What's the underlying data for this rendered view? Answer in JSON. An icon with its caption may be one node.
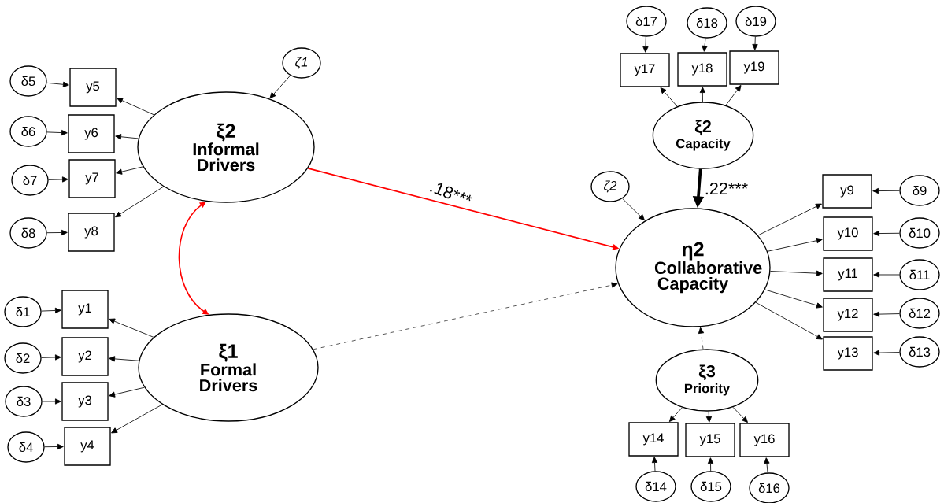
{
  "diagram": {
    "nodes": [
      {
        "text": [
          "ζ1"
        ]
      },
      {
        "text": [
          "ξ2",
          "Informal Drivers"
        ]
      },
      {
        "text": [
          "ξ1",
          "Formal Drivers"
        ]
      },
      {
        "text": [
          "η2",
          "Collaborative Capacity"
        ]
      },
      {
        "text": [
          "ξ2",
          "Capacity"
        ]
      },
      {
        "text": [
          "ξ3",
          "Priority"
        ]
      },
      {
        "text": [
          "ζ2"
        ]
      },
      {
        "text": [
          "y1"
        ]
      },
      {
        "text": [
          "y2"
        ]
      },
      {
        "text": [
          "y3"
        ]
      },
      {
        "text": [
          "y4"
        ]
      },
      {
        "text": [
          "y5"
        ]
      },
      {
        "text": [
          "y6"
        ]
      },
      {
        "text": [
          "y7"
        ]
      },
      {
        "text": [
          "y8"
        ]
      },
      {
        "text": [
          "y9"
        ]
      },
      {
        "text": [
          "y10"
        ]
      },
      {
        "text": [
          "y11"
        ]
      },
      {
        "text": [
          "y12"
        ]
      },
      {
        "text": [
          "y13"
        ]
      },
      {
        "text": [
          "y14"
        ]
      },
      {
        "text": [
          "y15"
        ]
      },
      {
        "text": [
          "y16"
        ]
      },
      {
        "text": [
          "y17"
        ]
      },
      {
        "text": [
          "y18"
        ]
      },
      {
        "text": [
          "y19"
        ]
      },
      {
        "text": [
          "δ1"
        ]
      },
      {
        "text": [
          "δ2"
        ]
      },
      {
        "text": [
          "δ3"
        ]
      },
      {
        "text": [
          "δ4"
        ]
      },
      {
        "text": [
          "δ5"
        ]
      },
      {
        "text": [
          "δ6"
        ]
      },
      {
        "text": [
          "δ7"
        ]
      },
      {
        "text": [
          "δ8"
        ]
      },
      {
        "text": [
          "δ9"
        ]
      },
      {
        "text": [
          "δ10"
        ]
      },
      {
        "text": [
          "δ11"
        ]
      },
      {
        "text": [
          "δ12"
        ]
      },
      {
        "text": [
          "δ13"
        ]
      },
      {
        "text": [
          "δ14"
        ]
      },
      {
        "text": [
          "δ15"
        ]
      },
      {
        "text": [
          "δ16"
        ]
      },
      {
        "text": [
          "δ17"
        ]
      },
      {
        "text": [
          "δ18"
        ]
      },
      {
        "text": [
          "δ19"
        ]
      }
    ],
    "edges": [
      {
        "from": 0,
        "to": 1,
        "arrow": "to"
      },
      {
        "from": 6,
        "to": 3,
        "arrow": "to"
      },
      {
        "from": 1,
        "to": 3,
        "arrow": "to",
        "label": ".18***",
        "color": "#ff0000"
      },
      {
        "from": 2,
        "to": 3,
        "arrow": "to",
        "style": "dashed"
      },
      {
        "from": 4,
        "to": 3,
        "arrow": "to",
        "label": ".22***",
        "style": "thick"
      },
      {
        "from": 5,
        "to": 3,
        "arrow": "to",
        "style": "dashed"
      },
      {
        "from": 1,
        "to": 2,
        "arrow": "both",
        "color": "#ff0000"
      },
      {
        "from": 2,
        "to": 7,
        "arrow": "to"
      },
      {
        "from": 2,
        "to": 8,
        "arrow": "to"
      },
      {
        "from": 2,
        "to": 9,
        "arrow": "to"
      },
      {
        "from": 2,
        "to": 10,
        "arrow": "to"
      },
      {
        "from": 1,
        "to": 11,
        "arrow": "to"
      },
      {
        "from": 1,
        "to": 12,
        "arrow": "to"
      },
      {
        "from": 1,
        "to": 13,
        "arrow": "to"
      },
      {
        "from": 1,
        "to": 14,
        "arrow": "to"
      },
      {
        "from": 3,
        "to": 15,
        "arrow": "to"
      },
      {
        "from": 3,
        "to": 16,
        "arrow": "to"
      },
      {
        "from": 3,
        "to": 17,
        "arrow": "to"
      },
      {
        "from": 3,
        "to": 18,
        "arrow": "to"
      },
      {
        "from": 3,
        "to": 19,
        "arrow": "to"
      },
      {
        "from": 5,
        "to": 20,
        "arrow": "to"
      },
      {
        "from": 5,
        "to": 21,
        "arrow": "to"
      },
      {
        "from": 5,
        "to": 22,
        "arrow": "to"
      },
      {
        "from": 4,
        "to": 23,
        "arrow": "to"
      },
      {
        "from": 4,
        "to": 24,
        "arrow": "to"
      },
      {
        "from": 4,
        "to": 25,
        "arrow": "to"
      },
      {
        "from": 26,
        "to": 7,
        "arrow": "to"
      },
      {
        "from": 27,
        "to": 8,
        "arrow": "to"
      },
      {
        "from": 28,
        "to": 9,
        "arrow": "to"
      },
      {
        "from": 29,
        "to": 10,
        "arrow": "to"
      },
      {
        "from": 30,
        "to": 11,
        "arrow": "to"
      },
      {
        "from": 31,
        "to": 12,
        "arrow": "to"
      },
      {
        "from": 32,
        "to": 13,
        "arrow": "to"
      },
      {
        "from": 33,
        "to": 14,
        "arrow": "to"
      },
      {
        "from": 34,
        "to": 15,
        "arrow": "to"
      },
      {
        "from": 35,
        "to": 16,
        "arrow": "to"
      },
      {
        "from": 36,
        "to": 17,
        "arrow": "to"
      },
      {
        "from": 37,
        "to": 18,
        "arrow": "to"
      },
      {
        "from": 38,
        "to": 19,
        "arrow": "to"
      },
      {
        "from": 39,
        "to": 20,
        "arrow": "to"
      },
      {
        "from": 40,
        "to": 21,
        "arrow": "to"
      },
      {
        "from": 41,
        "to": 22,
        "arrow": "to"
      },
      {
        "from": 42,
        "to": 23,
        "arrow": "to"
      },
      {
        "from": 43,
        "to": 24,
        "arrow": "to"
      },
      {
        "from": 44,
        "to": 25,
        "arrow": "to"
      }
    ]
  }
}
